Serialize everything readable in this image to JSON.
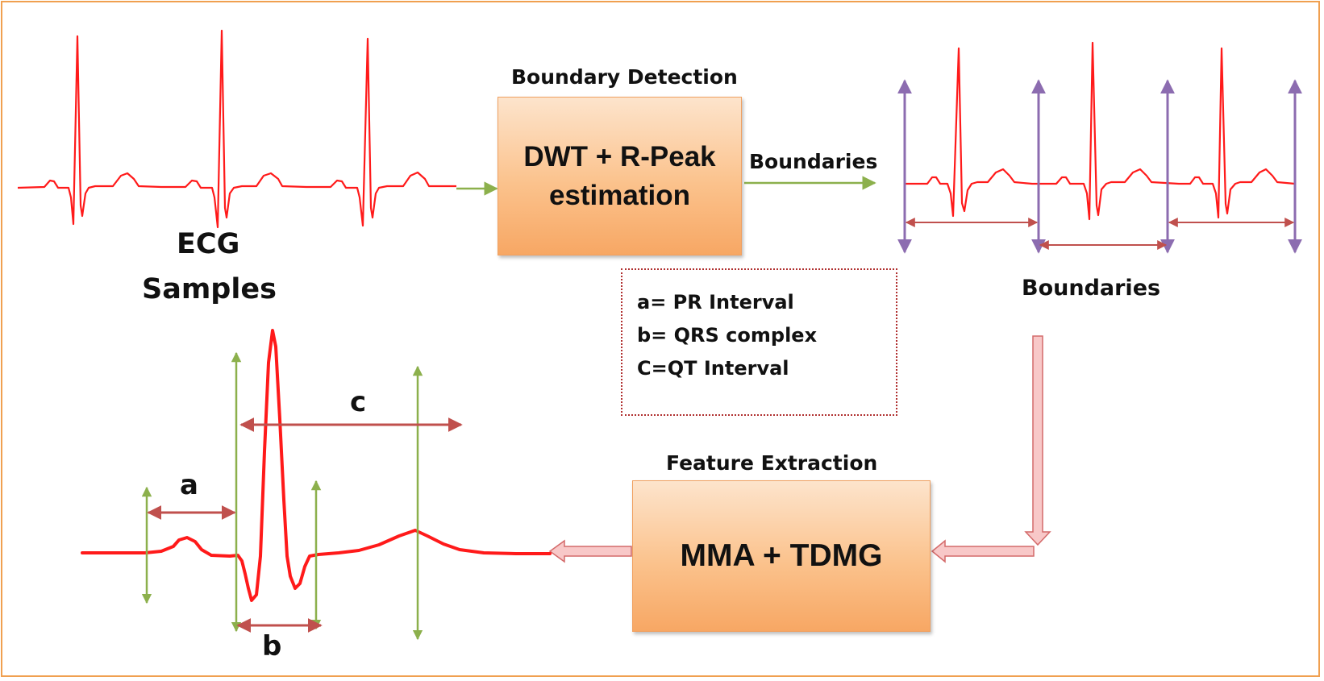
{
  "labels": {
    "boundary_detection_title": "Boundary Detection",
    "boundaries_arrow_label": "Boundaries",
    "boundaries_caption": "Boundaries",
    "feature_extraction_title": "Feature Extraction",
    "ecg_caption_line1": "ECG",
    "ecg_caption_line2": "Samples",
    "interval_a": "a",
    "interval_b": "b",
    "interval_c": "c"
  },
  "boxes": {
    "dwt_line1": "DWT + R-Peak",
    "dwt_line2": "estimation",
    "mma": "MMA + TDMG"
  },
  "legend": {
    "items": [
      "a= PR Interval",
      "b= QRS complex",
      "C=QT Interval"
    ]
  },
  "colors": {
    "ecg_signal": "#ff1a1a",
    "flow_arrow": "#8cb04c",
    "boundary_marker": "#8c6cb0",
    "interval_arrow": "#c0504d",
    "marker_line": "#8cb04c",
    "block_arrow_fill": "#f8c8c8",
    "block_arrow_stroke": "#d46a6a",
    "frame_border": "#f0a050"
  }
}
